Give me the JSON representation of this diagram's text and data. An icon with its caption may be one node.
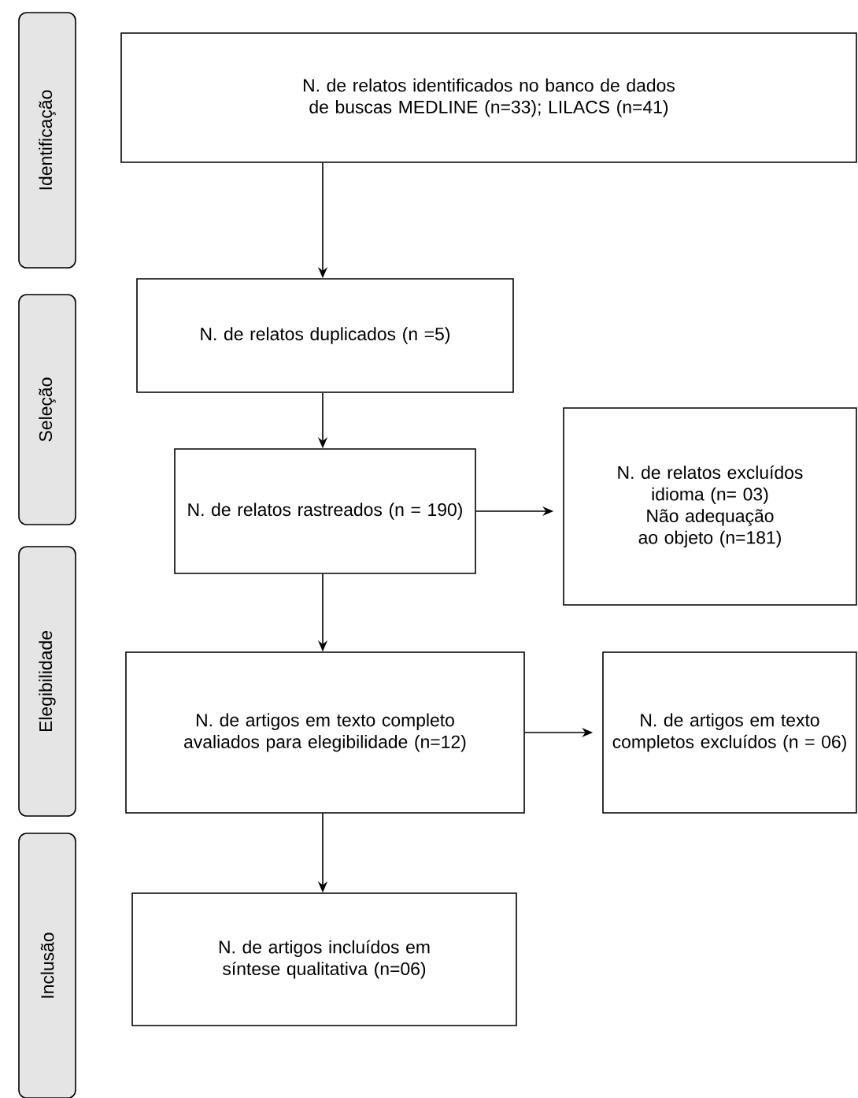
{
  "diagram": {
    "nodes": [
      {
        "text": [
          "Identificação"
        ]
      },
      {
        "text": [
          "Seleção"
        ]
      },
      {
        "text": [
          "Elegibilidade"
        ]
      },
      {
        "text": [
          "Inclusão"
        ]
      },
      {
        "text": [
          "N. de relatos identificados no banco de dados de buscas MEDLINE (n=33); LILACS (n=41)"
        ]
      },
      {
        "text": [
          "N. de relatos duplicados (n =5)"
        ]
      },
      {
        "text": [
          "N. de relatos rastreados (n = 190)"
        ]
      },
      {
        "text": [
          "N. de relatos excluídos idioma (n= 03)",
          "Não adequação ao objeto (n=181)"
        ]
      },
      {
        "text": [
          "N. de artigos em texto completo avaliados para elegibilidade (n=12)"
        ]
      },
      {
        "text": [
          "N. de artigos em texto completos excluídos (n = 06)"
        ]
      },
      {
        "text": [
          "N. de artigos incluídos em síntese qualitativa (n=06)"
        ]
      }
    ],
    "edges": [
      {
        "from": 4,
        "to": 5,
        "arrow": "to"
      },
      {
        "from": 5,
        "to": 6,
        "arrow": "to"
      },
      {
        "from": 6,
        "to": 7,
        "arrow": "to"
      },
      {
        "from": 6,
        "to": 8,
        "arrow": "to"
      },
      {
        "from": 8,
        "to": 9,
        "arrow": "to"
      },
      {
        "from": 8,
        "to": 10,
        "arrow": "to"
      }
    ]
  }
}
